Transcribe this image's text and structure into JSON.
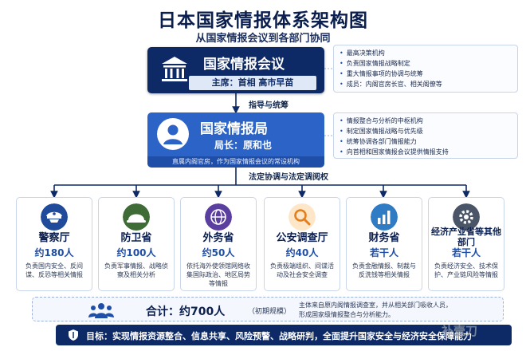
{
  "title": "日本国家情报体系架构图",
  "subtitle": "从国家情报会议到各部门协同",
  "council": {
    "name": "国家情报会议",
    "chair": "主席：首相 高市早苗",
    "icon": "government-building-icon",
    "notes": [
      "最高决策机构",
      "负责国家情报战略制定",
      "重大情报事项的协调与统筹",
      "成员：内阁官房长官、相关阁僚等"
    ]
  },
  "edge1": "指导与统筹",
  "bureau": {
    "name": "国家情报局",
    "chief": "局长：原和也",
    "note": "直属内阁官房，作为国家情报会议的常设机构",
    "icon": "person-avatar-icon",
    "notes": [
      "情报整合与分析的中枢机构",
      "制定国家情报战略与优先级",
      "统筹协调各部门情报能力",
      "向首相和国家情报会议提供情报支持"
    ]
  },
  "edge2": "法定协调与法定调阅权",
  "departments": [
    {
      "name": "警察厅",
      "count": "约180人",
      "icon": "police-cap-icon",
      "color": "#1f4b9a",
      "desc": "负责国内安全、反间谍、反恐等相关情报"
    },
    {
      "name": "防卫省",
      "count": "约100人",
      "icon": "military-helmet-icon",
      "color": "#3f6b37",
      "desc": "负责军事情报、战略侦察及相关分析"
    },
    {
      "name": "外务省",
      "count": "约50人",
      "icon": "globe-icon",
      "color": "#5b3fa0",
      "desc": "依托海外使领馆网络收集国际政治、地区局势等情报"
    },
    {
      "name": "公安调查厅",
      "count": "约40人",
      "icon": "magnifier-icon",
      "color": "#e37f1e",
      "desc": "负责极端组织、间谍活动及社会安全调查"
    },
    {
      "name": "财务省",
      "count": "若干人",
      "icon": "bar-chart-icon",
      "color": "#2f7bc4",
      "desc": "负责金融情报、制裁与反洗钱等相关情报"
    },
    {
      "name": "经济产业省等其他部门",
      "count": "若干人",
      "icon": "gear-icon",
      "color": "#4a5568",
      "desc": "负责经济安全、技术保护、产业链风险等情报"
    }
  ],
  "total": {
    "label": "合计：约700人",
    "note": "（初期规模）",
    "desc1": "主体来自原内阁情报调查室，并从相关部门吸收人员，",
    "desc2": "形成国家级情报整合与分析能力。",
    "icon": "people-group-icon"
  },
  "goal": {
    "text": "目标：实现情报资源整合、信息共享、风险预警、战略研判，全面提升国家安全与经济安全保障能力",
    "icon": "shield-icon"
  },
  "watermark": "补壹刀",
  "colors": {
    "navy": "#0e2a66",
    "blue": "#2c63c6",
    "line": "#0e2a66"
  }
}
